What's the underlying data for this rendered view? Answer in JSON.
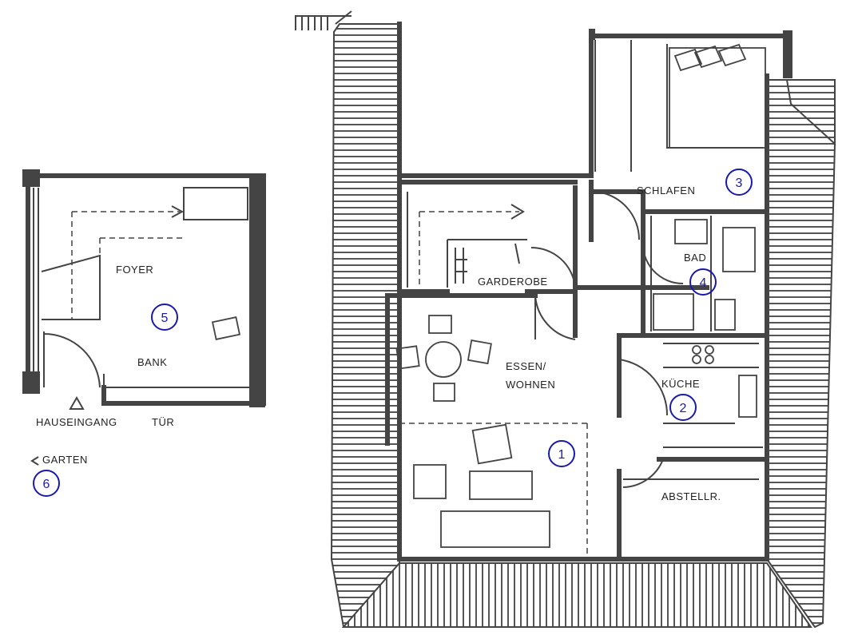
{
  "rooms": [
    {
      "id": "essen",
      "label": "ESSEN/\nWOHNEN",
      "number": "1"
    },
    {
      "id": "kueche",
      "label": "KÜCHE",
      "number": "2"
    },
    {
      "id": "schlafen",
      "label": "SCHLAFEN",
      "number": "3"
    },
    {
      "id": "bad",
      "label": "BAD",
      "number": "4"
    },
    {
      "id": "foyer",
      "label": "FOYER",
      "number": "5"
    },
    {
      "id": "garten",
      "label": "GARTEN",
      "number": "6"
    }
  ],
  "labels": {
    "garderobe": "GARDEROBE",
    "abstell": "ABSTELLR.",
    "hausbank": "BANK",
    "hauseingang": "HAUSEINGANG",
    "tuer": "TÜR"
  },
  "colors": {
    "wall": "#444444",
    "number": "#1a1aa8",
    "hatch": "#555555"
  }
}
